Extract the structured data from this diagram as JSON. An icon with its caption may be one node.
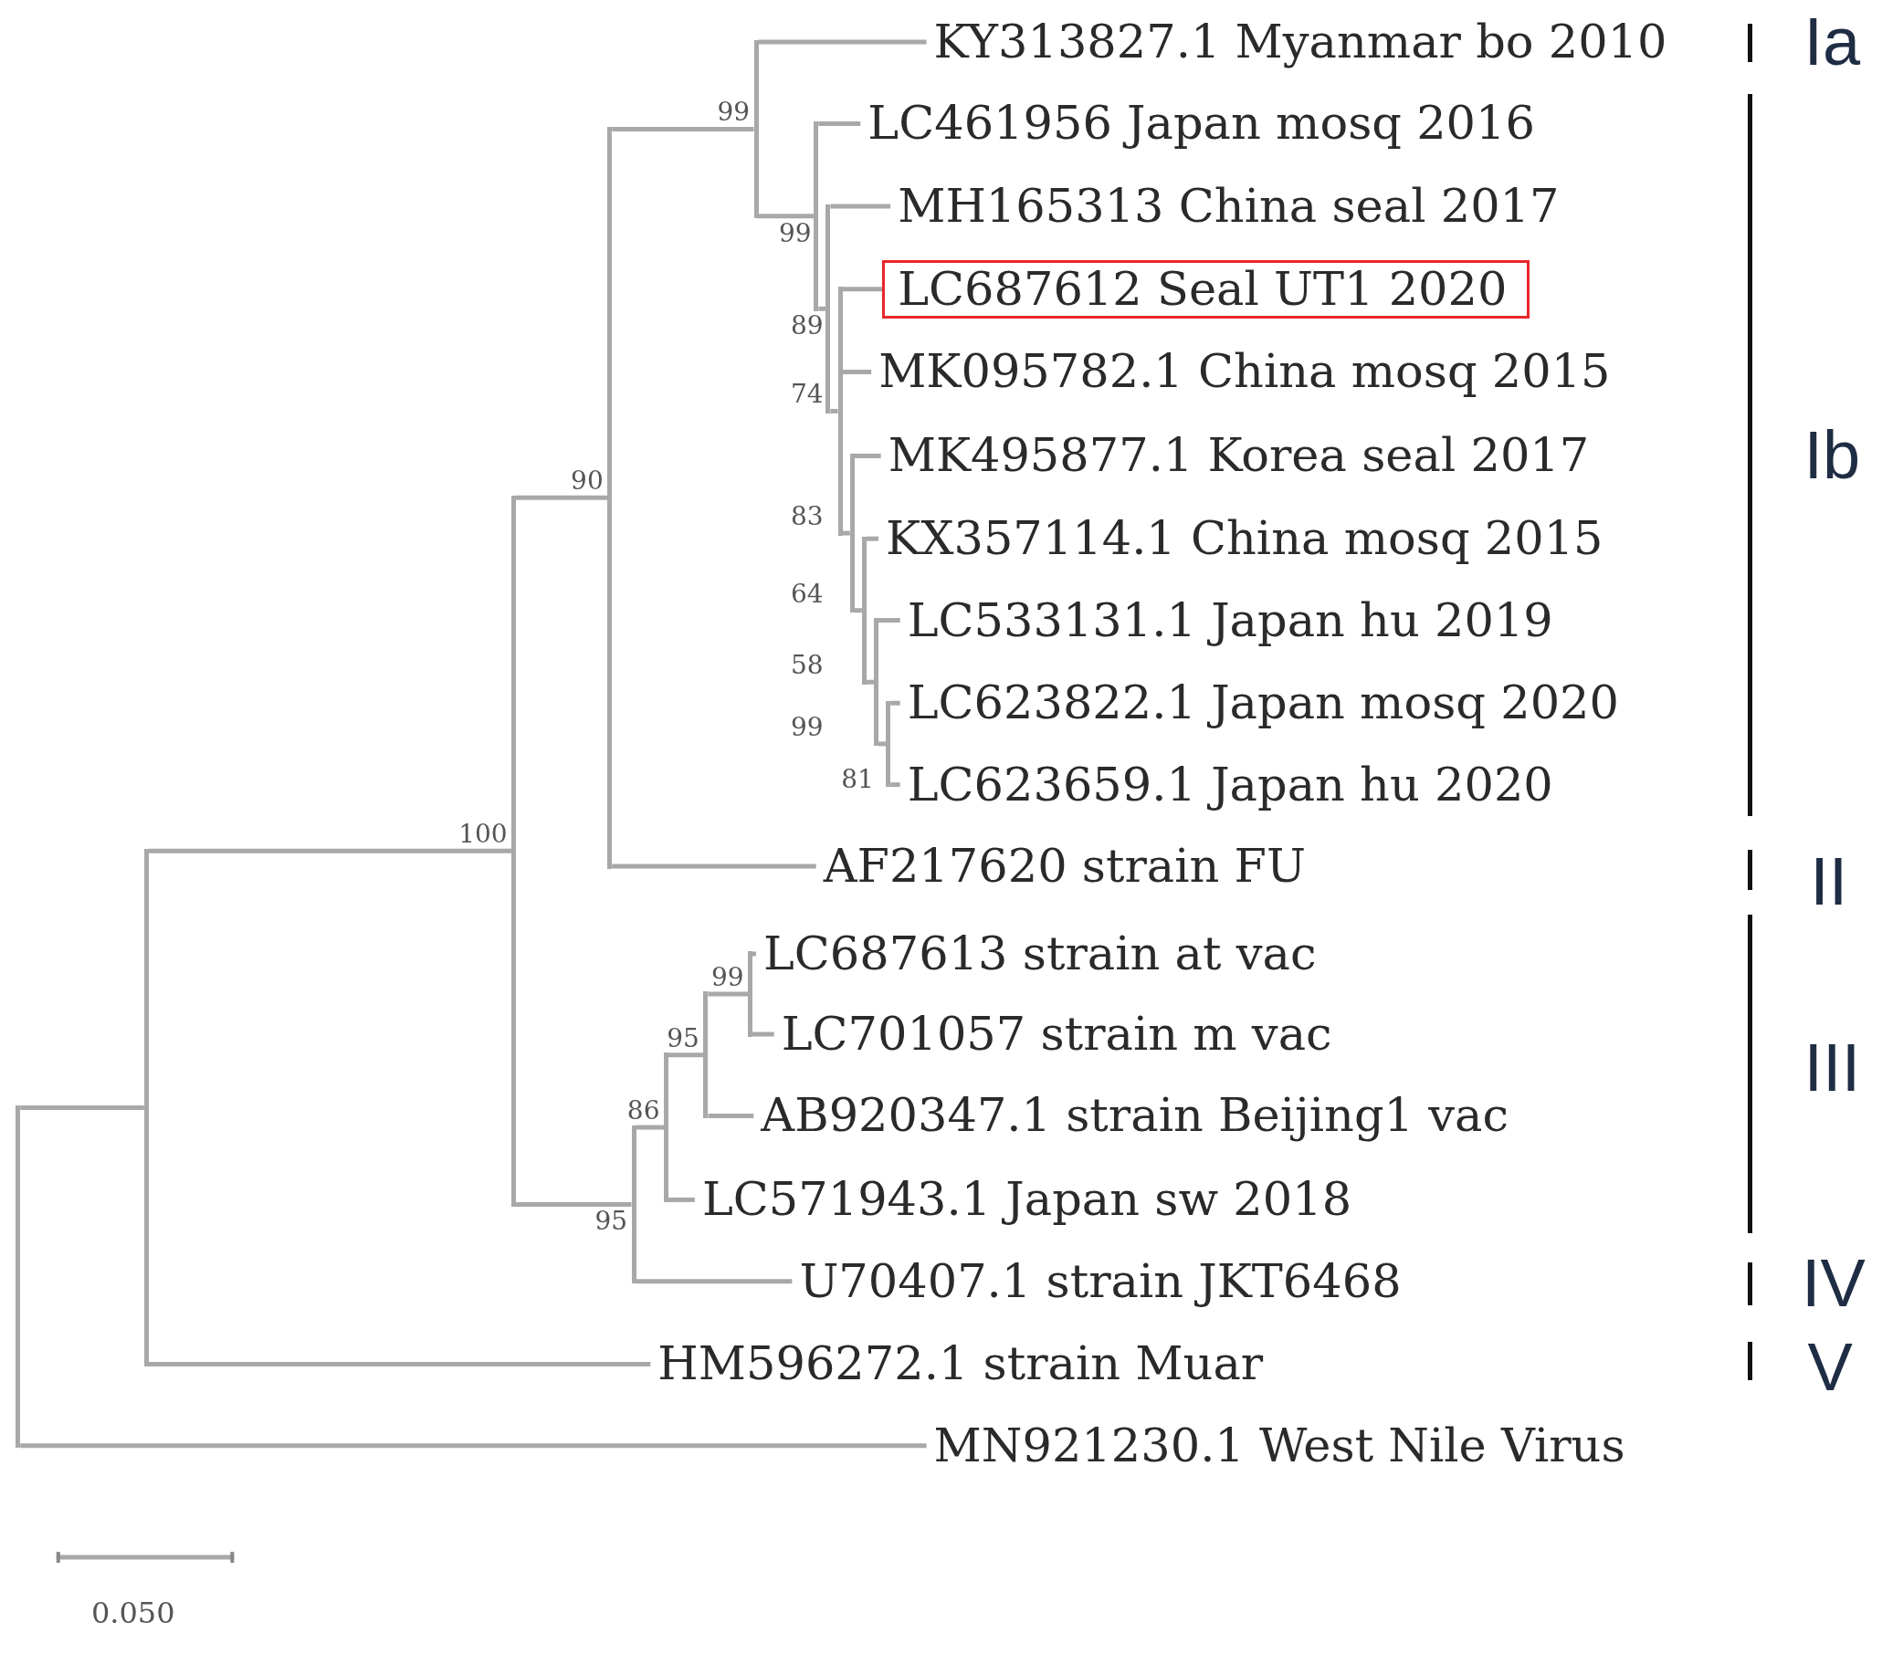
{
  "diagram": {
    "nodes": [
      {
        "text": [
          "KY313827.1 Myanmar bo 2010"
        ]
      },
      {
        "text": [
          "LC461956 Japan mosq 2016"
        ]
      },
      {
        "text": [
          "MH165313 China seal 2017"
        ]
      },
      {
        "text": [
          "LC687612 Seal UT1 2020"
        ]
      },
      {
        "text": [
          "MK095782.1 China mosq 2015"
        ]
      },
      {
        "text": [
          "MK495877.1 Korea seal 2017"
        ]
      },
      {
        "text": [
          "KX357114.1 China mosq 2015"
        ]
      },
      {
        "text": [
          "LC533131.1 Japan hu 2019"
        ]
      },
      {
        "text": [
          "LC623822.1 Japan mosq 2020"
        ]
      },
      {
        "text": [
          "LC623659.1 Japan hu 2020"
        ]
      },
      {
        "text": [
          "AF217620 strain FU"
        ]
      },
      {
        "text": [
          "LC687613 strain at vac"
        ]
      },
      {
        "text": [
          "LC701057 strain m vac"
        ]
      },
      {
        "text": [
          "AB920347.1 strain Beijing1 vac"
        ]
      },
      {
        "text": [
          "LC571943.1 Japan sw 2018"
        ]
      },
      {
        "text": [
          "U70407.1 strain JKT6468"
        ]
      },
      {
        "text": [
          "HM596272.1 strain Muar"
        ]
      },
      {
        "text": [
          "MN921230.1 West Nile Virus"
        ]
      },
      {
        "text": [],
        "shape": "bar"
      },
      {
        "text": [],
        "shape": "bar"
      },
      {
        "text": [],
        "shape": "bar",
        "beside": [
          "100"
        ]
      },
      {
        "text": [],
        "shape": "bar",
        "beside": [
          "90"
        ]
      },
      {
        "text": [],
        "shape": "bar",
        "beside": [
          "95"
        ]
      },
      {
        "text": [],
        "shape": "bar",
        "beside": [
          "86"
        ]
      },
      {
        "text": [],
        "shape": "bar",
        "beside": [
          "95"
        ]
      },
      {
        "text": [],
        "shape": "bar",
        "beside": [
          "99"
        ]
      },
      {
        "text": [],
        "shape": "bar",
        "beside": [
          "99"
        ]
      },
      {
        "text": [],
        "shape": "bar",
        "beside": [
          "99"
        ]
      },
      {
        "text": [],
        "shape": "bar",
        "beside": [
          "89"
        ]
      },
      {
        "text": [],
        "shape": "bar",
        "beside": [
          "74"
        ]
      },
      {
        "text": [],
        "shape": "bar",
        "beside": [
          "83"
        ]
      },
      {
        "text": [],
        "shape": "bar",
        "beside": [
          "64"
        ]
      },
      {
        "text": [],
        "shape": "bar",
        "beside": [
          "58"
        ]
      },
      {
        "text": [],
        "shape": "bar",
        "beside": [
          "99"
        ]
      }
    ],
    "edges": [
      {
        "from": 18,
        "to": 19,
        "arrow": "none"
      },
      {
        "from": 18,
        "to": 17,
        "arrow": "none"
      },
      {
        "from": 19,
        "to": 20,
        "arrow": "none"
      },
      {
        "from": 19,
        "to": 16,
        "arrow": "none"
      },
      {
        "from": 20,
        "to": 21,
        "arrow": "none"
      },
      {
        "from": 20,
        "to": 22,
        "arrow": "none"
      },
      {
        "from": 21,
        "to": 26,
        "arrow": "none"
      },
      {
        "from": 21,
        "to": 10,
        "arrow": "none"
      },
      {
        "from": 22,
        "to": 23,
        "arrow": "none"
      },
      {
        "from": 22,
        "to": 15,
        "arrow": "none"
      },
      {
        "from": 23,
        "to": 24,
        "arrow": "none"
      },
      {
        "from": 23,
        "to": 14,
        "arrow": "none"
      },
      {
        "from": 24,
        "to": 25,
        "arrow": "none"
      },
      {
        "from": 24,
        "to": 13,
        "arrow": "none"
      },
      {
        "from": 25,
        "to": 11,
        "arrow": "none"
      },
      {
        "from": 25,
        "to": 12,
        "arrow": "none"
      },
      {
        "from": 26,
        "to": 0,
        "arrow": "none"
      },
      {
        "from": 26,
        "to": 27,
        "arrow": "none"
      },
      {
        "from": 27,
        "to": 1,
        "arrow": "none"
      },
      {
        "from": 27,
        "to": 28,
        "arrow": "none"
      },
      {
        "from": 28,
        "to": 2,
        "arrow": "none"
      },
      {
        "from": 28,
        "to": 29,
        "arrow": "none"
      },
      {
        "from": 29,
        "to": 3,
        "arrow": "none"
      },
      {
        "from": 29,
        "to": 4,
        "arrow": "none"
      },
      {
        "from": 29,
        "to": 30,
        "arrow": "none"
      },
      {
        "from": 30,
        "to": 5,
        "arrow": "none"
      },
      {
        "from": 30,
        "to": 31,
        "arrow": "none"
      },
      {
        "from": 31,
        "to": 6,
        "arrow": "none"
      },
      {
        "from": 31,
        "to": 32,
        "arrow": "none"
      },
      {
        "from": 32,
        "to": 7,
        "arrow": "none"
      },
      {
        "from": 32,
        "to": 33,
        "arrow": "none"
      },
      {
        "from": 33,
        "to": 8,
        "arrow": "none"
      },
      {
        "from": 33,
        "to": 9,
        "arrow": "none"
      }
    ],
    "labels": [
      "Ia",
      "Ib",
      "81",
      "II",
      "III",
      "IV",
      "V",
      "0.050"
    ]
  }
}
